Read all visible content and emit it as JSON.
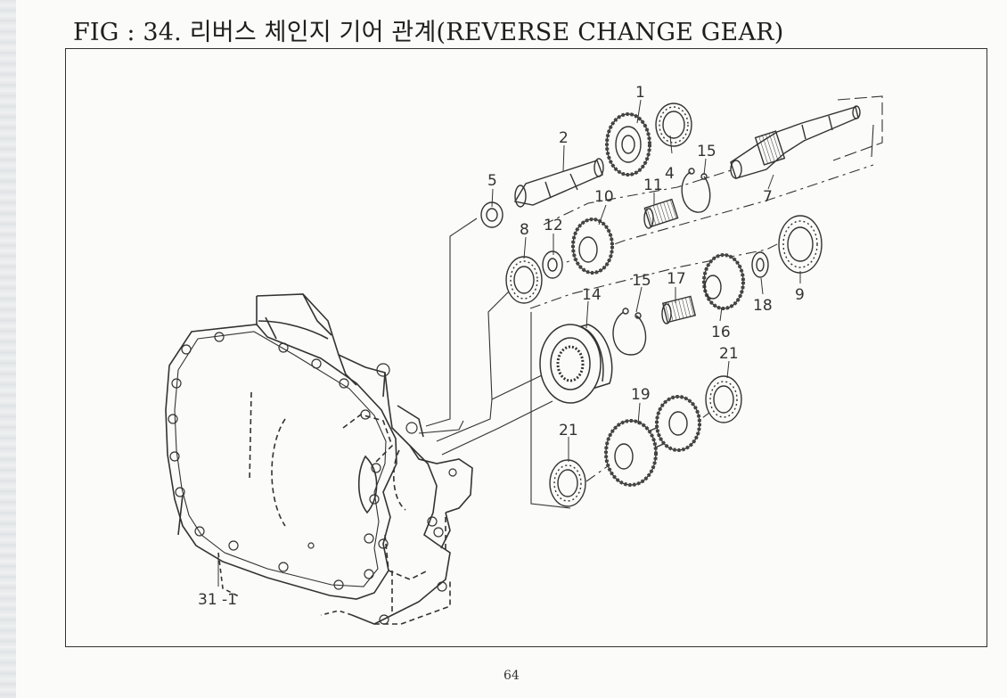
{
  "figure": {
    "title": "FIG : 34. 리버스 체인지 기어 관계(REVERSE CHANGE GEAR)"
  },
  "callouts": {
    "c1": "1",
    "c2": "2",
    "c4": "4",
    "c5": "5",
    "c7": "7",
    "c8": "8",
    "c9": "9",
    "c10": "10",
    "c11": "11",
    "c12": "12",
    "c14": "14",
    "c15a": "15",
    "c15b": "15",
    "c16": "16",
    "c17": "17",
    "c18": "18",
    "c19": "19",
    "c21a": "21",
    "c21b": "21",
    "c31": "31 -1"
  },
  "page": {
    "number": "64"
  }
}
